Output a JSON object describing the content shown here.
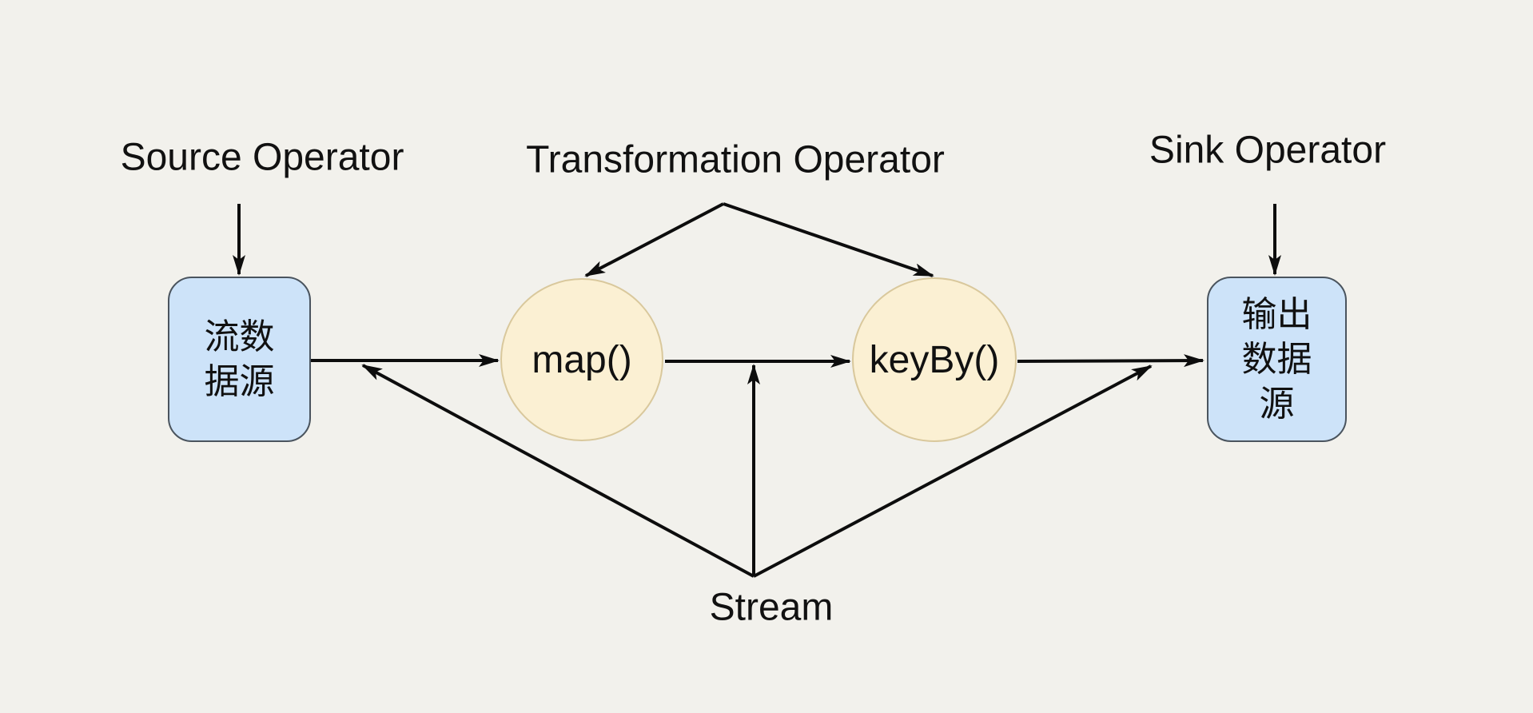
{
  "colors": {
    "background": "#F2F1EC",
    "line": "#0D0D0D",
    "blue_fill": "#CDE3F9",
    "blue_border": "#4A545E",
    "yellow_fill": "#FBF0D3",
    "yellow_border": "#D9C89C",
    "text": "#111111"
  },
  "labels": {
    "source_operator": "Source Operator",
    "transformation_operator": "Transformation Operator",
    "sink_operator": "Sink Operator",
    "stream": "Stream"
  },
  "nodes": {
    "source": {
      "type": "rounded-rect",
      "lines": [
        "流数",
        "据源"
      ]
    },
    "map": {
      "type": "circle",
      "label": "map()"
    },
    "keyby": {
      "type": "circle",
      "label": "keyBy()"
    },
    "sink": {
      "type": "rounded-rect",
      "lines": [
        "输出",
        "数据",
        "源"
      ]
    }
  },
  "edges": [
    {
      "from": "source-operator-label",
      "to": "source-box",
      "arrow": true
    },
    {
      "from": "transformation-operator-label",
      "to": "map-circle",
      "arrow": true
    },
    {
      "from": "transformation-operator-label",
      "to": "keyby-circle",
      "arrow": true
    },
    {
      "from": "sink-operator-label",
      "to": "sink-box",
      "arrow": true
    },
    {
      "from": "source-box",
      "to": "map-circle",
      "arrow": true
    },
    {
      "from": "map-circle",
      "to": "keyby-circle",
      "arrow": true
    },
    {
      "from": "keyby-circle",
      "to": "sink-box",
      "arrow": true
    },
    {
      "from": "stream-label",
      "to": "edge-source-map",
      "arrow": true
    },
    {
      "from": "stream-label",
      "to": "edge-map-keyby",
      "arrow": true
    },
    {
      "from": "stream-label",
      "to": "edge-keyby-sink",
      "arrow": true
    }
  ]
}
